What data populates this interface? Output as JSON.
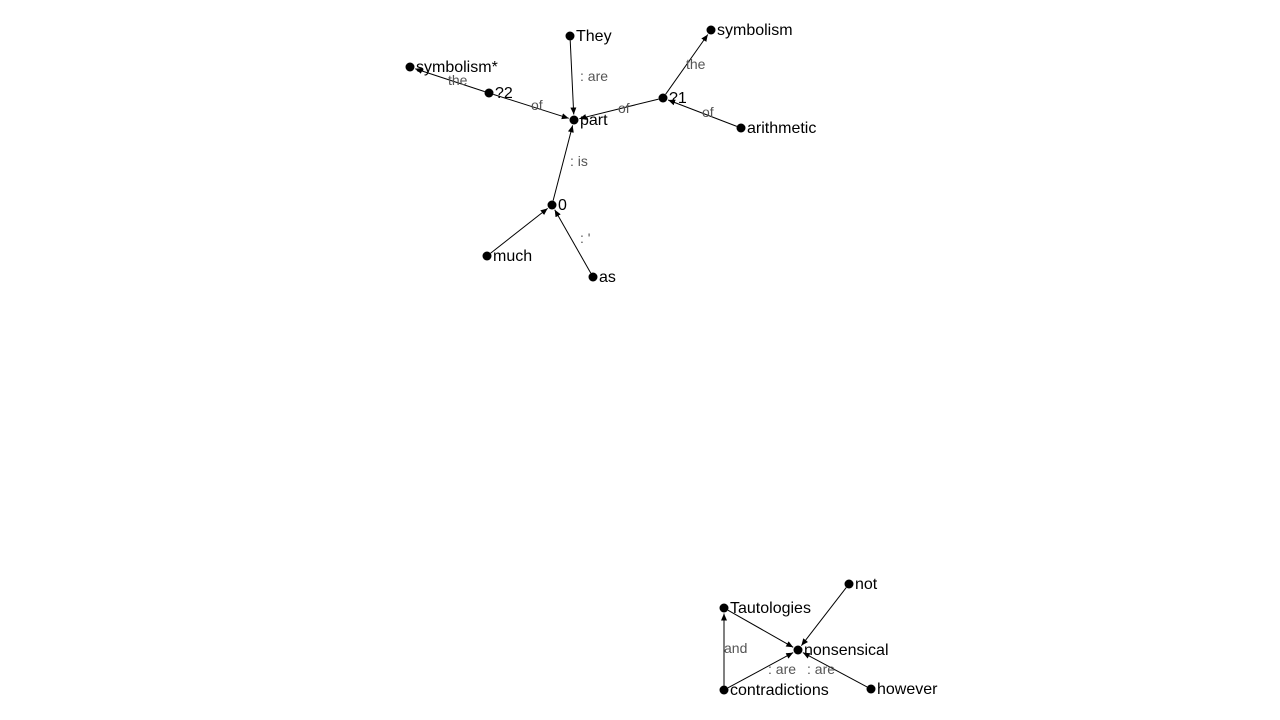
{
  "nodes": [
    {
      "id": "they",
      "label": "They"
    },
    {
      "id": "symbolism_star",
      "label": "symbolism*"
    },
    {
      "id": "n22",
      "label": "?2"
    },
    {
      "id": "part",
      "label": "part"
    },
    {
      "id": "n21",
      "label": "?1"
    },
    {
      "id": "symbolism",
      "label": "symbolism"
    },
    {
      "id": "arithmetic",
      "label": "arithmetic"
    },
    {
      "id": "n0",
      "label": "0"
    },
    {
      "id": "much",
      "label": "much"
    },
    {
      "id": "as",
      "label": "as"
    },
    {
      "id": "not",
      "label": "not"
    },
    {
      "id": "tautologies",
      "label": "Tautologies"
    },
    {
      "id": "nonsensical",
      "label": "nonsensical"
    },
    {
      "id": "contradictions",
      "label": "contradictions"
    },
    {
      "id": "however",
      "label": "however"
    }
  ],
  "edges": [
    {
      "id": "e1",
      "from": "they",
      "to": "part",
      "label": ": are"
    },
    {
      "id": "e2",
      "from": "n22",
      "to": "symbolism_star",
      "label": "the"
    },
    {
      "id": "e3",
      "from": "n22",
      "to": "part",
      "label": "of"
    },
    {
      "id": "e4",
      "from": "n21",
      "to": "part",
      "label": "of"
    },
    {
      "id": "e5",
      "from": "n21",
      "to": "symbolism",
      "label": "the"
    },
    {
      "id": "e6",
      "from": "arithmetic",
      "to": "n21",
      "label": "of"
    },
    {
      "id": "e7",
      "from": "n0",
      "to": "part",
      "label": ": is"
    },
    {
      "id": "e8",
      "from": "much",
      "to": "n0",
      "label": ""
    },
    {
      "id": "e9",
      "from": "as",
      "to": "n0",
      "label": ": '"
    },
    {
      "id": "e10",
      "from": "not",
      "to": "nonsensical",
      "label": ""
    },
    {
      "id": "e11",
      "from": "tautologies",
      "to": "nonsensical",
      "label": ""
    },
    {
      "id": "e12",
      "from": "contradictions",
      "to": "tautologies",
      "label": "and"
    },
    {
      "id": "e13",
      "from": "contradictions",
      "to": "nonsensical",
      "label": ": are"
    },
    {
      "id": "e14",
      "from": "however",
      "to": "nonsensical",
      "label": ": are"
    }
  ]
}
